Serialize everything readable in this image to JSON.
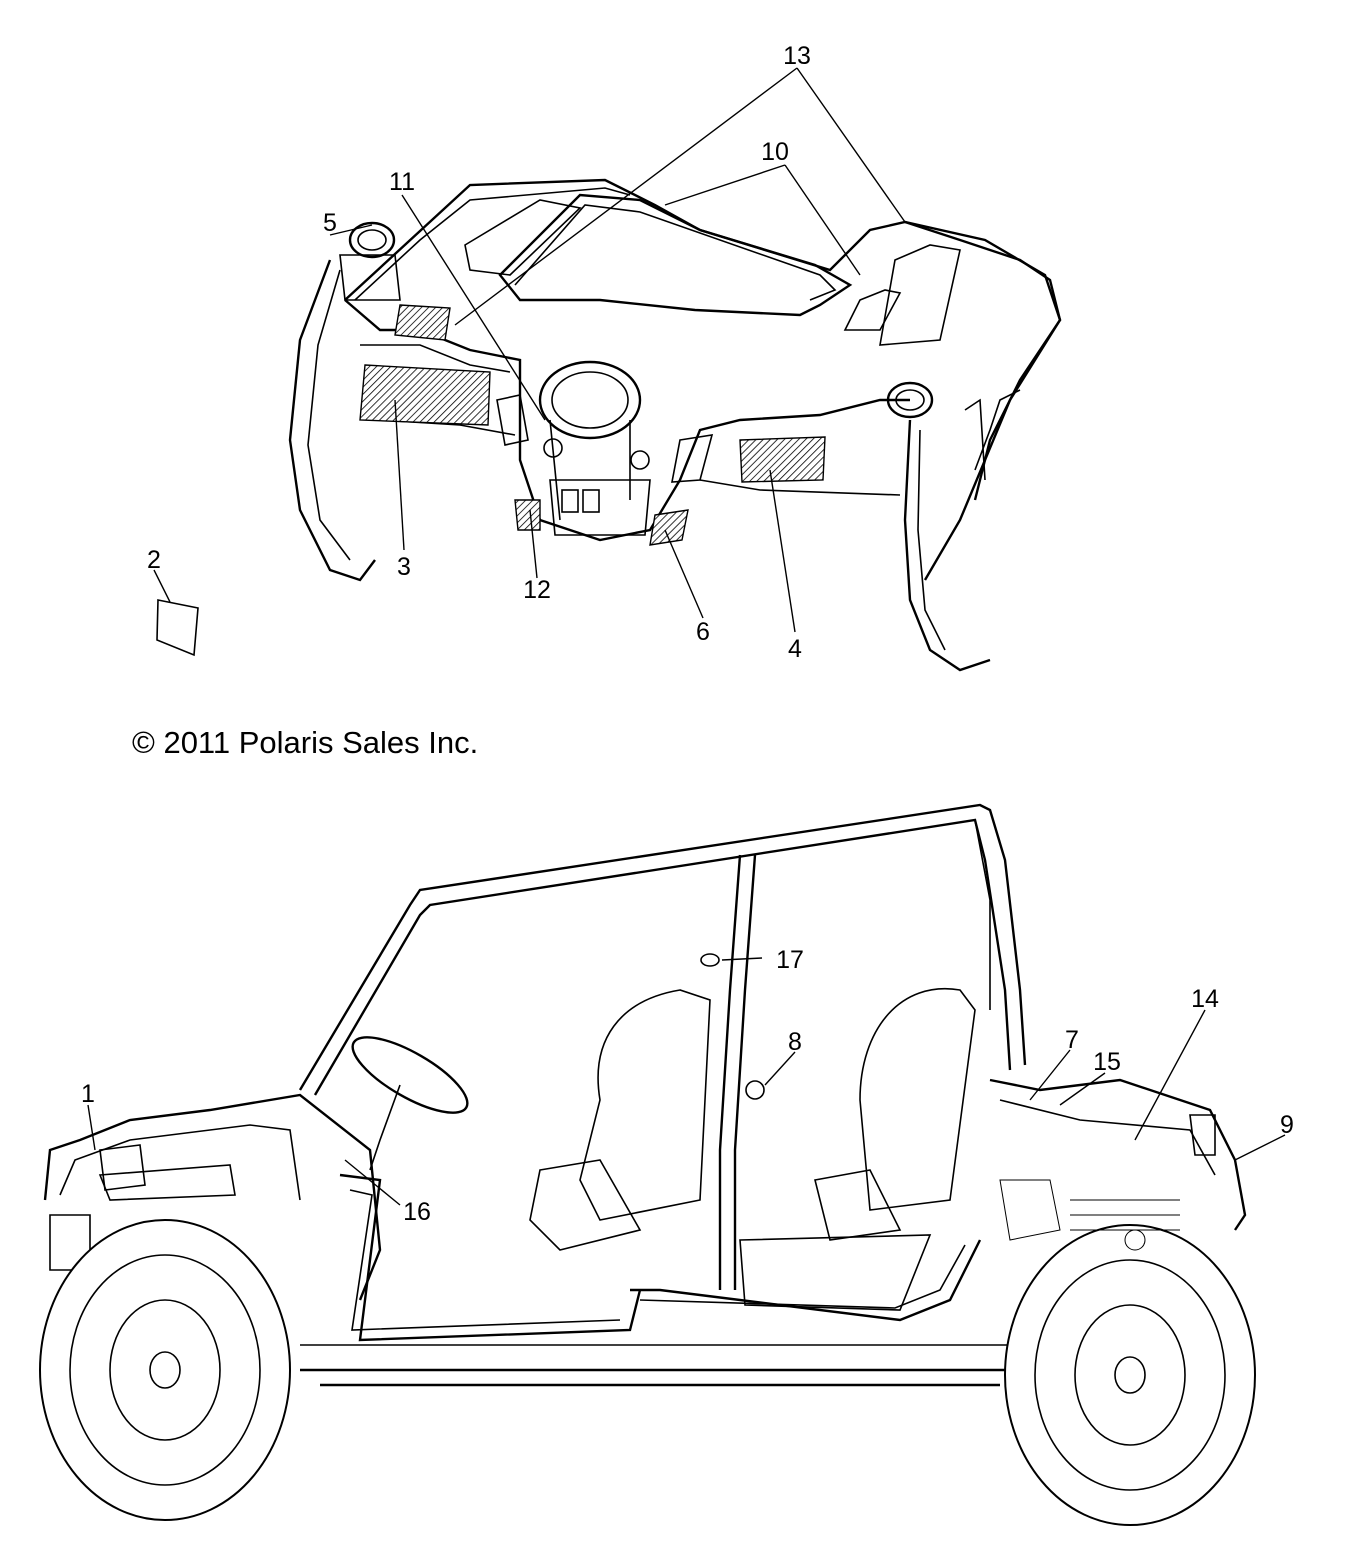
{
  "copyright": "© 2011 Polaris Sales Inc.",
  "callouts": [
    {
      "id": "callout-1",
      "label": "1"
    },
    {
      "id": "callout-2",
      "label": "2"
    },
    {
      "id": "callout-3",
      "label": "3"
    },
    {
      "id": "callout-4",
      "label": "4"
    },
    {
      "id": "callout-5",
      "label": "5"
    },
    {
      "id": "callout-6",
      "label": "6"
    },
    {
      "id": "callout-7",
      "label": "7"
    },
    {
      "id": "callout-8",
      "label": "8"
    },
    {
      "id": "callout-9",
      "label": "9"
    },
    {
      "id": "callout-10",
      "label": "10"
    },
    {
      "id": "callout-11",
      "label": "11"
    },
    {
      "id": "callout-12",
      "label": "12"
    },
    {
      "id": "callout-13",
      "label": "13"
    },
    {
      "id": "callout-14",
      "label": "14"
    },
    {
      "id": "callout-15",
      "label": "15"
    },
    {
      "id": "callout-16",
      "label": "16"
    },
    {
      "id": "callout-17",
      "label": "17"
    }
  ],
  "colors": {
    "line": "#000000",
    "background": "#ffffff"
  }
}
